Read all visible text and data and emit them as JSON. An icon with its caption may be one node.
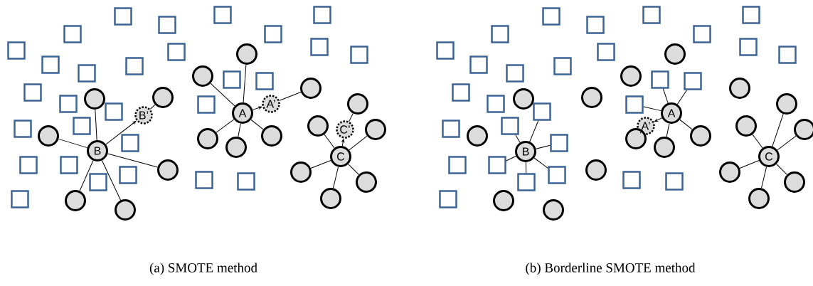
{
  "diagram": {
    "nodes": [
      {
        "text": [
          "B"
        ]
      },
      {
        "text": [
          "B’"
        ]
      },
      {
        "text": [
          "A"
        ]
      },
      {
        "text": [
          "A’"
        ]
      },
      {
        "text": [
          "C"
        ]
      },
      {
        "text": [
          "C’"
        ]
      },
      {
        "text": [],
        "shape": "circle"
      },
      {
        "text": [],
        "shape": "circle"
      },
      {
        "text": [],
        "shape": "circle"
      },
      {
        "text": [],
        "shape": "circle"
      },
      {
        "text": [],
        "shape": "circle"
      },
      {
        "text": [],
        "shape": "circle"
      },
      {
        "text": [],
        "shape": "circle"
      },
      {
        "text": [],
        "shape": "circle"
      },
      {
        "text": [],
        "shape": "circle"
      },
      {
        "text": [],
        "shape": "circle"
      },
      {
        "text": [],
        "shape": "circle"
      },
      {
        "text": [],
        "shape": "circle"
      },
      {
        "text": [],
        "shape": "circle"
      },
      {
        "text": [],
        "shape": "circle"
      },
      {
        "text": [],
        "shape": "circle"
      },
      {
        "text": [],
        "shape": "circle"
      },
      {
        "text": [],
        "shape": "circle"
      },
      {
        "text": [],
        "shape": "circle"
      },
      {
        "text": [],
        "shape": "box"
      },
      {
        "text": [],
        "shape": "box"
      },
      {
        "text": [],
        "shape": "box"
      },
      {
        "text": [],
        "shape": "box"
      },
      {
        "text": [],
        "shape": "box"
      },
      {
        "text": [],
        "shape": "box"
      },
      {
        "text": [],
        "shape": "box"
      },
      {
        "text": [],
        "shape": "box"
      },
      {
        "text": [],
        "shape": "box"
      },
      {
        "text": [],
        "shape": "box"
      },
      {
        "text": [],
        "shape": "box"
      },
      {
        "text": [],
        "shape": "box"
      },
      {
        "text": [],
        "shape": "box"
      },
      {
        "text": [],
        "shape": "box"
      },
      {
        "text": [],
        "shape": "box"
      },
      {
        "text": [],
        "shape": "box"
      },
      {
        "text": [],
        "shape": "box"
      },
      {
        "text": [],
        "shape": "box"
      },
      {
        "text": [],
        "shape": "box"
      },
      {
        "text": [],
        "shape": "box"
      },
      {
        "text": [],
        "shape": "box"
      },
      {
        "text": [],
        "shape": "box"
      },
      {
        "text": [],
        "shape": "box"
      },
      {
        "text": [],
        "shape": "box"
      },
      {
        "text": [],
        "shape": "box"
      },
      {
        "text": [],
        "shape": "box"
      },
      {
        "text": [],
        "shape": "box"
      },
      {
        "text": [],
        "shape": "box"
      },
      {
        "text": [],
        "shape": "box"
      },
      {
        "text": [
          "B"
        ]
      },
      {
        "text": [
          "A"
        ]
      },
      {
        "text": [
          "A’"
        ]
      },
      {
        "text": [
          "C"
        ]
      },
      {
        "text": [],
        "shape": "circle"
      },
      {
        "text": [],
        "shape": "circle"
      },
      {
        "text": [],
        "shape": "circle"
      },
      {
        "text": [],
        "shape": "circle"
      },
      {
        "text": [],
        "shape": "circle"
      },
      {
        "text": [],
        "shape": "circle"
      },
      {
        "text": [],
        "shape": "circle"
      },
      {
        "text": [],
        "shape": "circle"
      },
      {
        "text": [],
        "shape": "circle"
      },
      {
        "text": [],
        "shape": "circle"
      },
      {
        "text": [],
        "shape": "circle"
      },
      {
        "text": [],
        "shape": "circle"
      },
      {
        "text": [],
        "shape": "circle"
      },
      {
        "text": [],
        "shape": "circle"
      },
      {
        "text": [],
        "shape": "circle"
      },
      {
        "text": [],
        "shape": "circle"
      },
      {
        "text": [],
        "shape": "circle"
      },
      {
        "text": [],
        "shape": "circle"
      },
      {
        "text": [],
        "shape": "box"
      },
      {
        "text": [],
        "shape": "box"
      },
      {
        "text": [],
        "shape": "box"
      },
      {
        "text": [],
        "shape": "box"
      },
      {
        "text": [],
        "shape": "box"
      },
      {
        "text": [],
        "shape": "box"
      },
      {
        "text": [],
        "shape": "box"
      },
      {
        "text": [],
        "shape": "box"
      },
      {
        "text": [],
        "shape": "box"
      },
      {
        "text": [],
        "shape": "box"
      },
      {
        "text": [],
        "shape": "box"
      },
      {
        "text": [],
        "shape": "box"
      },
      {
        "text": [],
        "shape": "box"
      },
      {
        "text": [],
        "shape": "box"
      },
      {
        "text": [],
        "shape": "box"
      },
      {
        "text": [],
        "shape": "box"
      },
      {
        "text": [],
        "shape": "box"
      },
      {
        "text": [],
        "shape": "box"
      },
      {
        "text": [],
        "shape": "box"
      },
      {
        "text": [],
        "shape": "box"
      },
      {
        "text": [],
        "shape": "box"
      },
      {
        "text": [],
        "shape": "box"
      },
      {
        "text": [],
        "shape": "box"
      },
      {
        "text": [],
        "shape": "box"
      },
      {
        "text": [],
        "shape": "box"
      },
      {
        "text": [],
        "shape": "box"
      },
      {
        "text": [],
        "shape": "box"
      },
      {
        "text": [],
        "shape": "box"
      },
      {
        "text": [],
        "shape": "box"
      }
    ],
    "edges": [
      {
        "from": 0,
        "to": 6,
        "arrow": "none"
      },
      {
        "from": 0,
        "to": 1,
        "arrow": "to"
      },
      {
        "from": 1,
        "to": 7,
        "arrow": "none"
      },
      {
        "from": 0,
        "to": 8,
        "arrow": "none"
      },
      {
        "from": 0,
        "to": 9,
        "arrow": "none"
      },
      {
        "from": 0,
        "to": 10,
        "arrow": "none"
      },
      {
        "from": 0,
        "to": 11,
        "arrow": "none"
      },
      {
        "from": 2,
        "to": 12,
        "arrow": "none"
      },
      {
        "from": 2,
        "to": 13,
        "arrow": "none"
      },
      {
        "from": 2,
        "to": 3,
        "arrow": "to"
      },
      {
        "from": 3,
        "to": 14,
        "arrow": "none"
      },
      {
        "from": 2,
        "to": 15,
        "arrow": "none"
      },
      {
        "from": 2,
        "to": 16,
        "arrow": "none"
      },
      {
        "from": 2,
        "to": 17,
        "arrow": "none"
      },
      {
        "from": 4,
        "to": 5,
        "arrow": "to"
      },
      {
        "from": 5,
        "to": 18,
        "arrow": "none"
      },
      {
        "from": 4,
        "to": 19,
        "arrow": "none"
      },
      {
        "from": 4,
        "to": 20,
        "arrow": "none"
      },
      {
        "from": 4,
        "to": 21,
        "arrow": "none"
      },
      {
        "from": 4,
        "to": 22,
        "arrow": "none"
      },
      {
        "from": 4,
        "to": 23,
        "arrow": "none"
      },
      {
        "from": 53,
        "to": 86,
        "arrow": "none"
      },
      {
        "from": 53,
        "to": 85,
        "arrow": "none"
      },
      {
        "from": 53,
        "to": 88,
        "arrow": "none"
      },
      {
        "from": 53,
        "to": 91,
        "arrow": "none"
      },
      {
        "from": 53,
        "to": 92,
        "arrow": "none"
      },
      {
        "from": 53,
        "to": 90,
        "arrow": "none"
      },
      {
        "from": 54,
        "to": 99,
        "arrow": "none"
      },
      {
        "from": 54,
        "to": 100,
        "arrow": "none"
      },
      {
        "from": 54,
        "to": 101,
        "arrow": "none"
      },
      {
        "from": 54,
        "to": 55,
        "arrow": "to"
      },
      {
        "from": 55,
        "to": 66,
        "arrow": "none"
      },
      {
        "from": 54,
        "to": 67,
        "arrow": "none"
      },
      {
        "from": 54,
        "to": 65,
        "arrow": "none"
      },
      {
        "from": 56,
        "to": 69,
        "arrow": "none"
      },
      {
        "from": 56,
        "to": 70,
        "arrow": "none"
      },
      {
        "from": 56,
        "to": 71,
        "arrow": "none"
      },
      {
        "from": 56,
        "to": 72,
        "arrow": "none"
      },
      {
        "from": 56,
        "to": 73,
        "arrow": "none"
      },
      {
        "from": 56,
        "to": 74,
        "arrow": "none"
      }
    ],
    "labels": [
      "(a) SMOTE method",
      "(b) Borderline SMOTE method"
    ]
  }
}
